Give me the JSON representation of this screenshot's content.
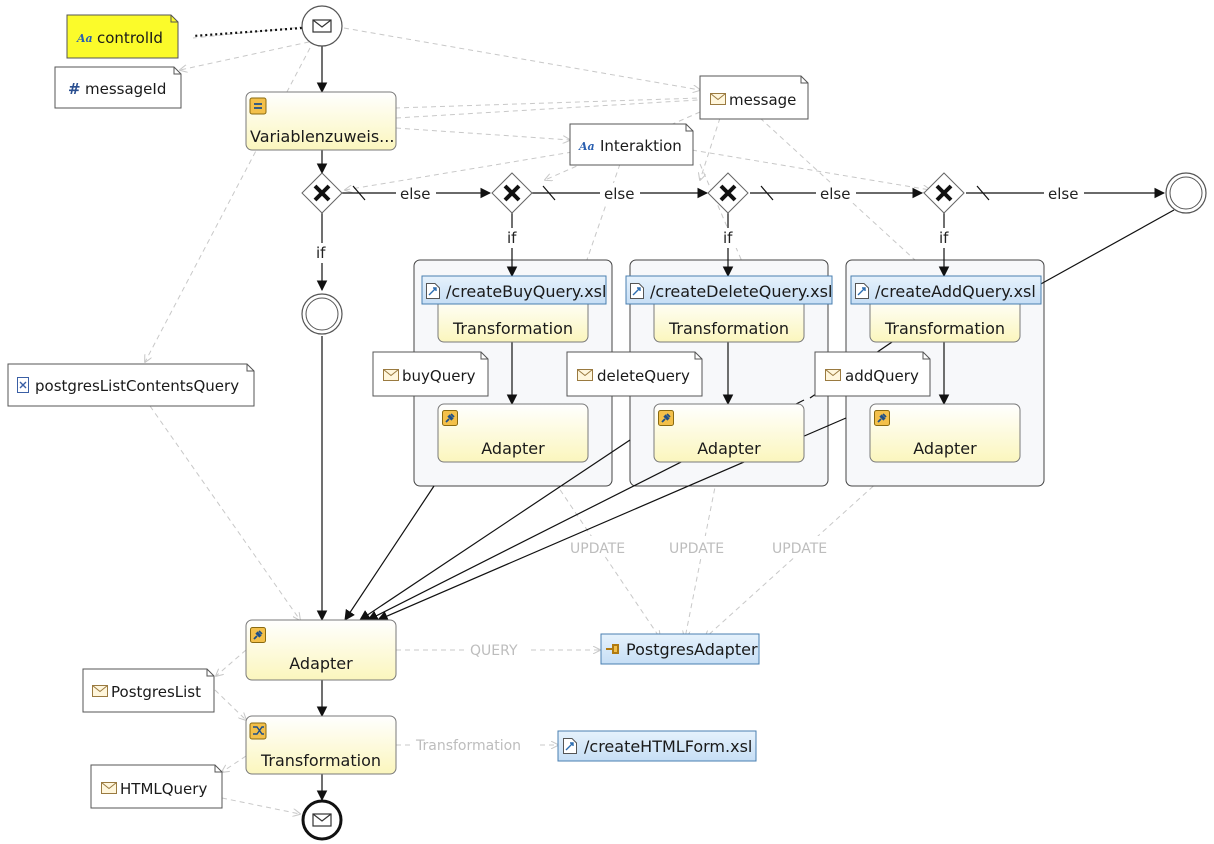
{
  "nodes": {
    "controlId": "controlId",
    "messageId": "messageId",
    "variablenzuweisung": "Variablenzuweis...",
    "message": "message",
    "interaktion": "Interaktion",
    "postgresListContentsQuery": "postgresListContentsQuery",
    "buyQuery": "buyQuery",
    "deleteQuery": "deleteQuery",
    "addQuery": "addQuery",
    "createBuyQuery": "/createBuyQuery.xsl",
    "createDeleteQuery": "/createDeleteQuery.xsl",
    "createAddQuery": "/createAddQuery.xsl",
    "transformation": "Transformation",
    "adapter": "Adapter",
    "postgresAdapter": "PostgresAdapter",
    "postgresList": "PostgresList",
    "htmlQuery": "HTMLQuery",
    "createHTMLForm": "/createHTMLForm.xsl"
  },
  "edges": {
    "else": "else",
    "if": "if",
    "update": "UPDATE",
    "query": "QUERY",
    "transformation": "Transformation"
  },
  "colors": {
    "task_fill": "#fdfbd0",
    "resource_fill": "#d4e7f8",
    "highlight_note": "#fbfb2a",
    "association": "#c8c8c8"
  },
  "icons": {
    "start": "envelope-icon",
    "end": "envelope-icon",
    "gateway": "x-icon",
    "string_var": "text-icon",
    "number_var": "hash-icon",
    "message_var": "envelope-icon",
    "xml_var": "xml-icon",
    "xsl_resource": "xsl-file-icon",
    "adapter": "plug-icon",
    "assign": "equals-icon",
    "transform": "shuffle-icon"
  }
}
